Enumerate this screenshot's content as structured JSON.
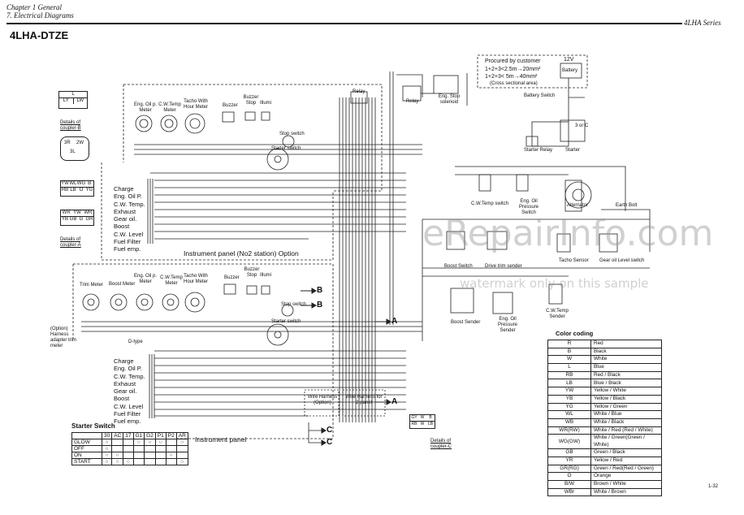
{
  "header": {
    "chapter": "Chapter 1 General",
    "section": "7. Electrical Diagrams",
    "series": "4LHA Series",
    "model": "4LHA-DTZE",
    "page": "1-32"
  },
  "couplers": {
    "b_label": "Details of coupler-B",
    "a_label": "Details of coupler-A",
    "c_label": "Details of coupler-C",
    "b_pins": [
      "L",
      "LY",
      "LW"
    ],
    "b_round": [
      "3R",
      "2W",
      "3L"
    ],
    "a_pins_1": [
      "YW",
      "WL",
      "WG",
      "B"
    ],
    "a_pins_2": [
      "RB",
      "LB",
      "O",
      "YG"
    ],
    "a_pins_3": [
      "WR",
      "YW",
      "WR"
    ],
    "a_pins_4": [
      "YB",
      "GB",
      "G",
      "GR"
    ],
    "c_pins_1": [
      "GY",
      "W",
      "B"
    ],
    "c_pins_2": [
      "RB",
      "W",
      "LB"
    ]
  },
  "top_panel": {
    "gauges": [
      "Eng. Oil p. Meter",
      "C.W.Temp Meter",
      "Tacho With Hour Meter"
    ],
    "buzzer": "Buzzer",
    "buzzer_stop": "Buzzer Stop",
    "illum": "Illumi",
    "stop_switch": "Stop switch",
    "starter_switch": "Starter switch",
    "signals": [
      "Charge",
      "Eng. Oil P.",
      "C.W. Temp.",
      "Exhaust",
      "Gear oil.",
      "Boost",
      "C.W. Level",
      "Fuel Filter",
      "Fuel emp."
    ],
    "title": "Instrument panel (No2 station) Option"
  },
  "bottom_panel": {
    "gauges": [
      "Trim Meter",
      "Boost Meter",
      "Eng. Oil p. Meter",
      "C.W.Temp Meter",
      "Tacho With Hour Meter"
    ],
    "option_note": "(Option) Harness adapter trim meter",
    "dtype": "D-type",
    "signals": [
      "Charge",
      "Eng. Oil P.",
      "C.W. Temp.",
      "Exhaust",
      "Gear oil.",
      "Boost",
      "C.W. Level",
      "Fuel Filter",
      "Fuel emp."
    ],
    "title": "Instrument panel"
  },
  "harness": {
    "wire_harness": "Wire Harness (Option)",
    "wire_harness_2": "Wire Harness for 2 panel",
    "relay": "Relay"
  },
  "arrows": [
    "B",
    "B",
    "A",
    "A",
    "C",
    "C"
  ],
  "procured": {
    "title": "Procured by customer",
    "line1": "1+2+3<2.5m→20mm²",
    "line2": "1+2+3< 5m→40mm²",
    "note": "(Cross sectional area)",
    "voltage": "12V",
    "battery": "Battery",
    "battery_switch": "Battery Switch"
  },
  "engine": {
    "relay": "Relay",
    "eng_stop": "Eng. Stop solenoid",
    "starter_relay": "Starter Relay",
    "starter": "Starter",
    "three_or_c": "3 or C",
    "cw_temp_switch": "C.W.Temp switch",
    "eng_oil_pressure_switch": "Eng. Oil Pressure Switch",
    "alternator": "Alternator",
    "earth_bolt": "Earth Bolt",
    "boost_switch": "Boost Switch",
    "drive_trim_sender": "Drive trim sender",
    "tacho_sensor": "Tacho Sensor",
    "gear_oil_level_switch": "Gear oil Level switch",
    "boost_sender": "Boost Sender",
    "eng_oil_pressure_sender": "Eng. Oil Pressure Sender",
    "cw_temp_sender": "C.W.Temp Sender"
  },
  "starter_switch_table": {
    "title": "Starter Switch",
    "columns": [
      "30",
      "AC",
      "17",
      "G1",
      "G2",
      "P1",
      "P2",
      "AR"
    ],
    "rows": [
      "GLOW",
      "OFF",
      "ON",
      "START"
    ]
  },
  "color_coding": {
    "title": "Color coding",
    "rows": [
      {
        "code": "R",
        "name": "Red"
      },
      {
        "code": "B",
        "name": "Black"
      },
      {
        "code": "W",
        "name": "White"
      },
      {
        "code": "L",
        "name": "Blue"
      },
      {
        "code": "RB",
        "name": "Red / Black"
      },
      {
        "code": "LB",
        "name": "Blue / Black"
      },
      {
        "code": "YW",
        "name": "Yellow / White"
      },
      {
        "code": "YB",
        "name": "Yellow / Black"
      },
      {
        "code": "YG",
        "name": "Yellow / Green"
      },
      {
        "code": "WL",
        "name": "White / Blue"
      },
      {
        "code": "WB",
        "name": "White / Black"
      },
      {
        "code": "WR(RW)",
        "name": "White / Red (Red / White)"
      },
      {
        "code": "WG(GW)",
        "name": "White / Green(Green / White)"
      },
      {
        "code": "GB",
        "name": "Green / Black"
      },
      {
        "code": "YR",
        "name": "Yellow / Red"
      },
      {
        "code": "GR(RG)",
        "name": "Green / Red(Red / Green)"
      },
      {
        "code": "O",
        "name": "Orange"
      },
      {
        "code": "B/W",
        "name": "Brown / White"
      },
      {
        "code": "WBr",
        "name": "White / Brown"
      }
    ]
  },
  "watermark": {
    "site": "eRepairInfo.com",
    "note": "watermark only on this sample"
  }
}
